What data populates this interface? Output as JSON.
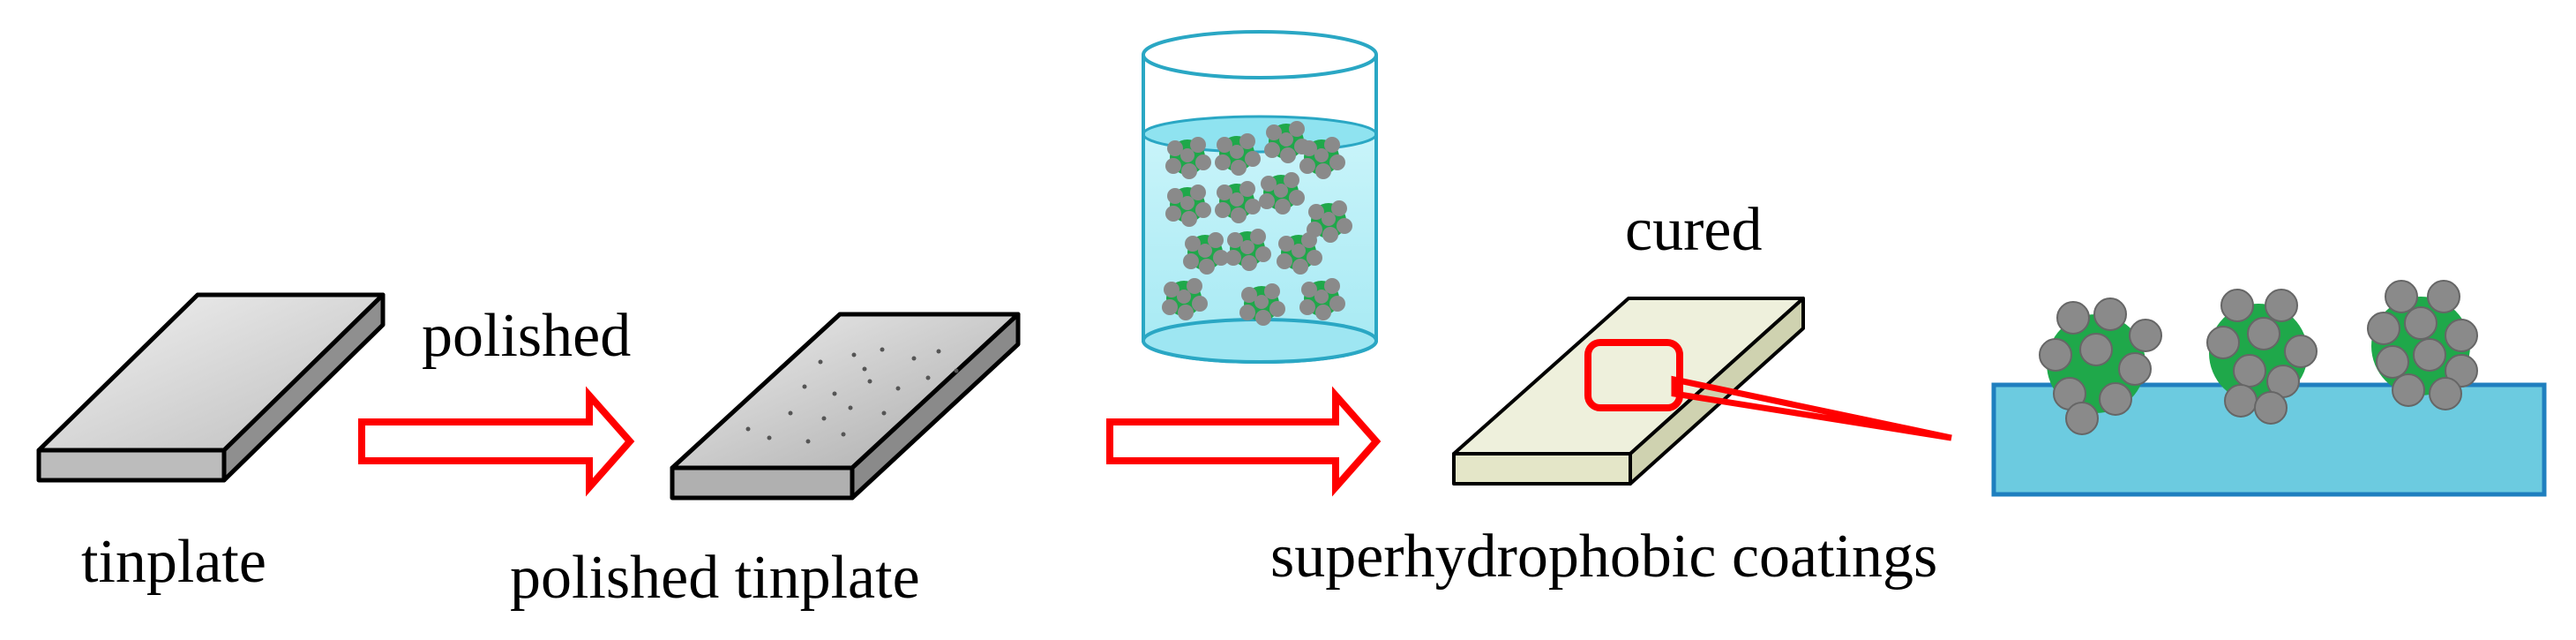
{
  "labels": {
    "tinplate": "tinplate",
    "polished": "polished",
    "polished_tinplate": "polished tinplate",
    "cured": "cured",
    "coatings": "superhydrophobic coatings"
  },
  "colors": {
    "plate_top": "#d9d9d9",
    "plate_side": "#b3b3b3",
    "coated_plate": "#eef0dc",
    "arrow": "#ff0000",
    "water": "#a8ecf5",
    "water_surface": "#7fe0f0",
    "substrate": "#6ccbe0",
    "particle_core": "#1fa84a",
    "nanoparticle": "#8a8a8a"
  }
}
